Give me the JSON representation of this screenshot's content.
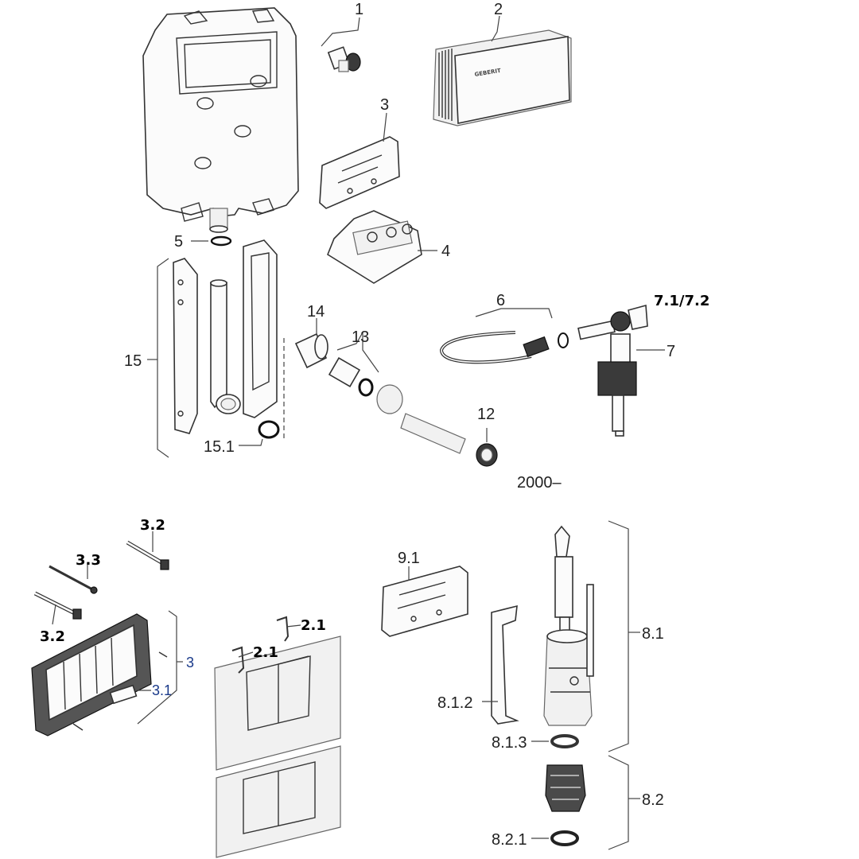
{
  "labels": {
    "l1": "1",
    "l2": "2",
    "l3": "3",
    "l4": "4",
    "l5": "5",
    "l6": "6",
    "l7": "7",
    "l7_12": "7.1/7.2",
    "l12": "12",
    "l13": "13",
    "l14": "14",
    "l15": "15",
    "l15_1": "15.1",
    "year": "2000–",
    "l3_2a": "3.2",
    "l3_3": "3.3",
    "l3_2b": "3.2",
    "l3b": "3",
    "l3_1": "3.1",
    "l2_1a": "2.1",
    "l2_1b": "2.1",
    "l9_1": "9.1",
    "l8_1": "8.1",
    "l8_1_2": "8.1.2",
    "l8_1_3": "8.1.3",
    "l8_2": "8.2",
    "l8_2_1": "8.2.1"
  },
  "brand_text": "GEBERIT"
}
